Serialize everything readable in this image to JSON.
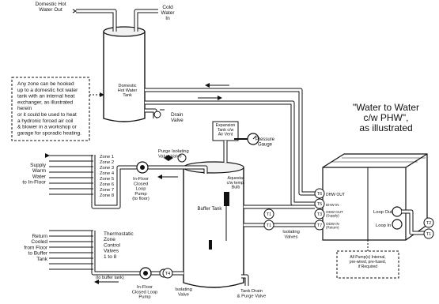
{
  "labels": {
    "domestic_hot_water_out": [
      "Domestic Hot",
      "Water Out"
    ],
    "cold_water_in": [
      "Cold",
      "Water",
      "In"
    ],
    "domestic_tank": [
      "Domestic",
      "Hot  Water",
      "Tank"
    ],
    "drain_valve": [
      "Drain",
      "Valve"
    ],
    "note": [
      "Any zone can be hooked",
      "up to a domestic hot water",
      "tank with an internal heat",
      "exchanger, as illustrated",
      "herein",
      "or it could be used to heat",
      "a hydronic forced air coil",
      "& blower in a workshop or",
      "garage for sporadic heating."
    ],
    "title": [
      "\"Water to Water",
      "c/w PHW\",",
      "as illustrated"
    ],
    "expansion_tank": [
      "Expansion",
      "Tank  c/w",
      "Air  Vent"
    ],
    "pressure_gauge": [
      "Pressure",
      "Gauge"
    ],
    "purge_isolating": [
      "Purge Isolating",
      "Valve        Valve"
    ],
    "zones": [
      "Zone  1",
      "Zone  2",
      "Zone  3",
      "Zone  4",
      "Zone  5",
      "Zone  6",
      "Zone  7",
      "Zone  8"
    ],
    "supply": [
      "Supply",
      "Warm",
      "Water",
      "to In-Floor"
    ],
    "pump_top": [
      "In-Floor",
      "Closed",
      "Loop",
      "Pump",
      "(to floor)"
    ],
    "aquastat": [
      "Aquestat",
      "c/w  temp.",
      "Bulb"
    ],
    "buffer_tank": "Buffer  Tank",
    "return": [
      "Return",
      "Cooled",
      "from Floor",
      "to Buffer",
      "Tank"
    ],
    "thermostatic": [
      "Thermostatic",
      "Zone",
      "Control",
      "Valves",
      "1 to 8"
    ],
    "to_buffer_tank": "(to  buffer  tank)",
    "pump_bottom": [
      "In-Floor",
      "Closed  Loop",
      "Pump"
    ],
    "isolating_valve_bottom": [
      "Isolating",
      "Valve"
    ],
    "tank_drain": [
      "Tank  Drain",
      "& Purge Valve"
    ],
    "isolating_valves_right": [
      "Isolating",
      "Valves"
    ],
    "unit_ports": [
      "DHW OUT",
      "DHW  IN",
      "ODW  OUT",
      "(Supply)",
      "ODW  IN",
      "(Return)"
    ],
    "loop_out": "Loop  Out",
    "loop_in": "Loop  In",
    "pump_note": [
      "All  Pump(s)  Internal,",
      "pre-wired,  pre-fused,",
      "if  Required"
    ],
    "tags": [
      "T6",
      "T5",
      "T3",
      "T1",
      "T7",
      "T1",
      "T2",
      "T1",
      "T4"
    ]
  }
}
